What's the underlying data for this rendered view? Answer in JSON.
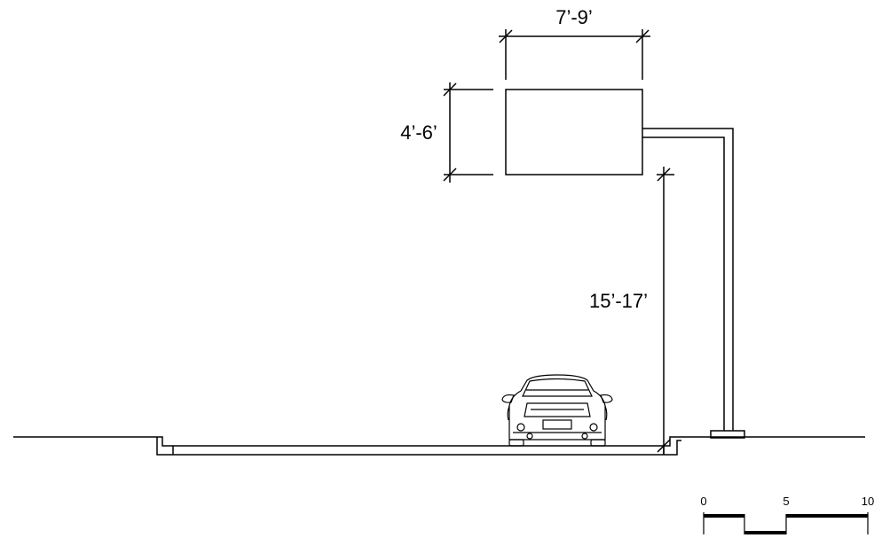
{
  "dimensions": {
    "sign_width": "7’-9’",
    "sign_height": "4’-6’",
    "clearance": "15’-17’"
  },
  "scale_bar": {
    "labels": [
      "0",
      "5",
      "10"
    ]
  }
}
